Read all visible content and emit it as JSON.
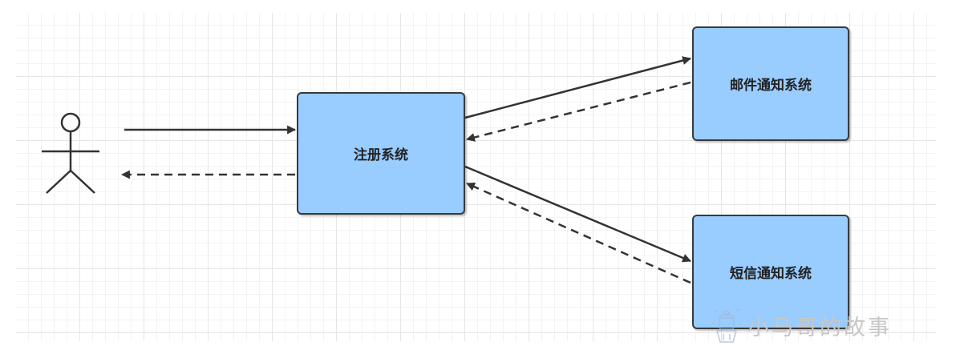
{
  "nodes": {
    "registration": "注册系统",
    "email": "邮件通知系统",
    "sms": "短信通知系统"
  },
  "actor": "user-stick-figure",
  "watermark": "小马哥的故事",
  "colors": {
    "box_fill": "#99ccff",
    "box_border": "#3a3a3a",
    "line": "#333333",
    "grid": "#e6e6e6"
  }
}
